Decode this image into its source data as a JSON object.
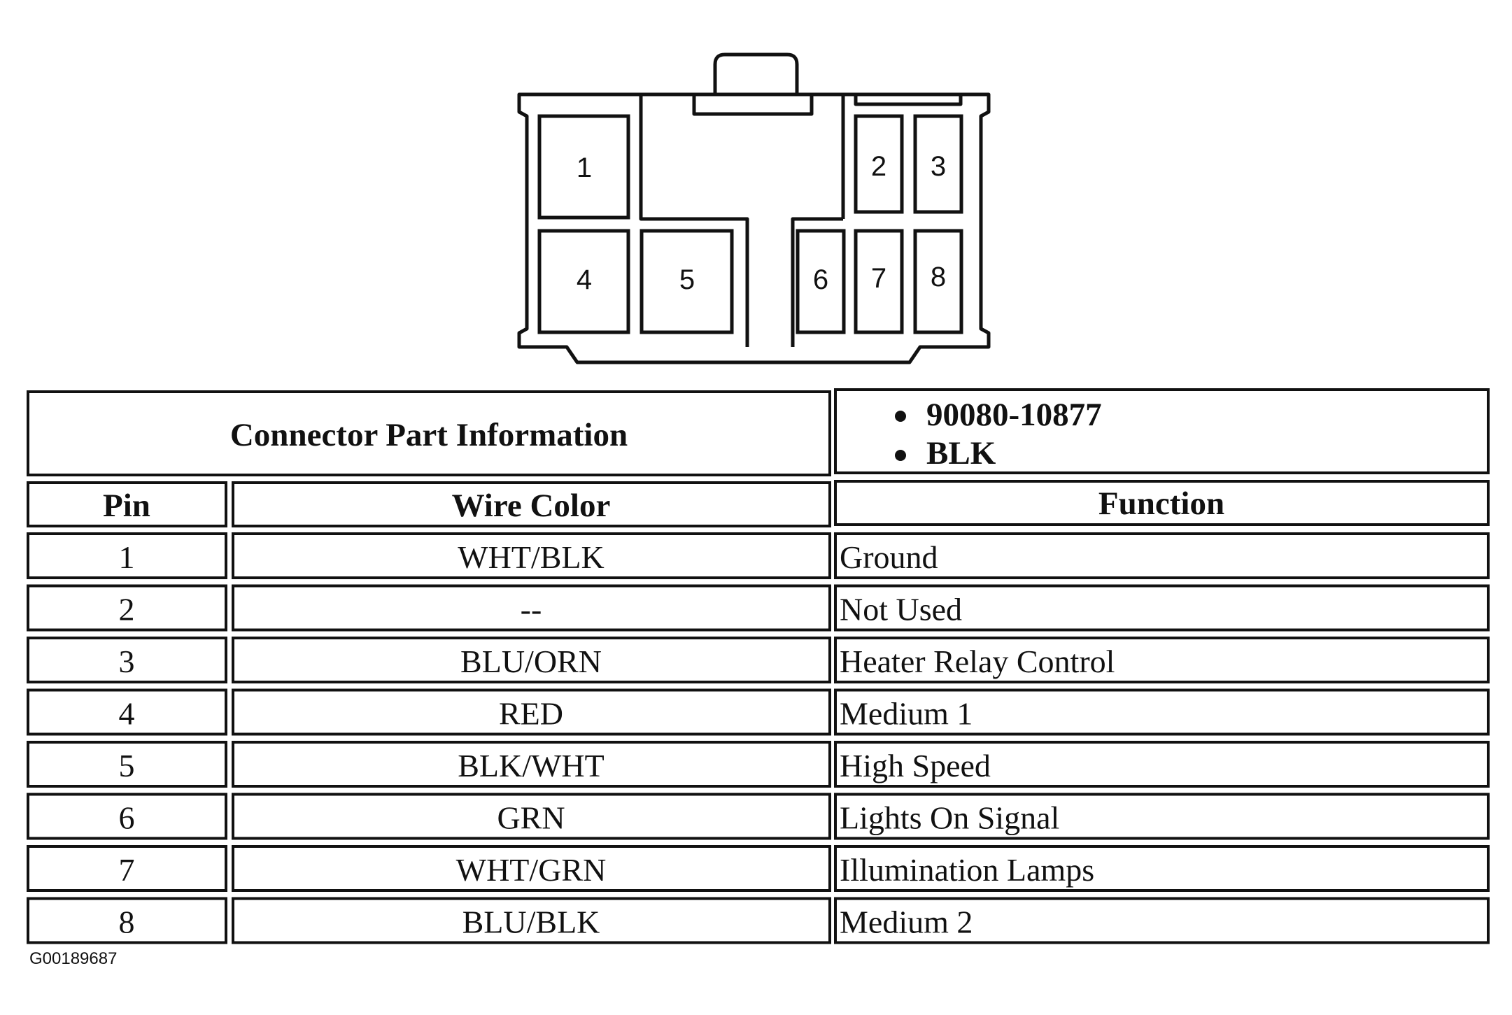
{
  "connector": {
    "cavities": [
      {
        "pin": "1"
      },
      {
        "pin": "2"
      },
      {
        "pin": "3"
      },
      {
        "pin": "4"
      },
      {
        "pin": "5"
      },
      {
        "pin": "6"
      },
      {
        "pin": "7"
      },
      {
        "pin": "8"
      }
    ]
  },
  "part_info": {
    "title": "Connector Part Information",
    "items": [
      "90080-10877",
      "BLK"
    ]
  },
  "table": {
    "headers": {
      "pin": "Pin",
      "wire_color": "Wire Color",
      "function": "Function"
    },
    "rows": [
      {
        "pin": "1",
        "wire_color": "WHT/BLK",
        "function": "Ground"
      },
      {
        "pin": "2",
        "wire_color": "--",
        "function": "Not Used"
      },
      {
        "pin": "3",
        "wire_color": "BLU/ORN",
        "function": "Heater Relay Control"
      },
      {
        "pin": "4",
        "wire_color": "RED",
        "function": "Medium 1"
      },
      {
        "pin": "5",
        "wire_color": "BLK/WHT",
        "function": "High Speed"
      },
      {
        "pin": "6",
        "wire_color": "GRN",
        "function": "Lights On Signal"
      },
      {
        "pin": "7",
        "wire_color": "WHT/GRN",
        "function": "Illumination Lamps"
      },
      {
        "pin": "8",
        "wire_color": "BLU/BLK",
        "function": "Medium 2"
      }
    ]
  },
  "figure_code": "G00189687"
}
